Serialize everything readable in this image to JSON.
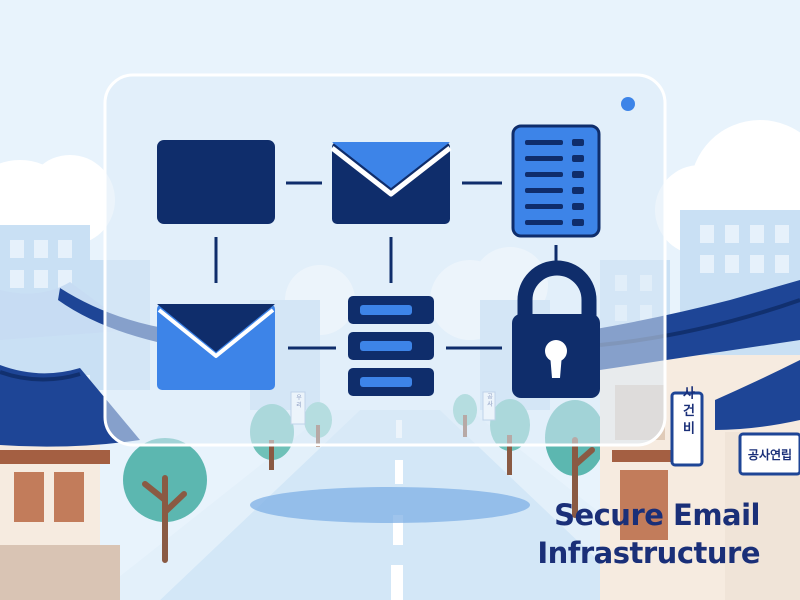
{
  "title": {
    "line1": "Secure Email",
    "line2": "Infrastructure"
  },
  "signs": {
    "right_vertical": "사 건 비",
    "right_shop": "공사연립",
    "left_small": "우 리",
    "right_small": "공 사"
  },
  "colors": {
    "navy": "#0f2d6b",
    "blue": "#3d84e8",
    "sky": "#cde5f7",
    "roof": "#1e4596",
    "tree": "#5cb7b0",
    "wall": "#f6ebe0",
    "wood": "#a45f42"
  },
  "icons": [
    "window-icon",
    "envelope-icon",
    "server-list-icon",
    "envelope-icon",
    "server-stack-icon",
    "lock-icon"
  ]
}
